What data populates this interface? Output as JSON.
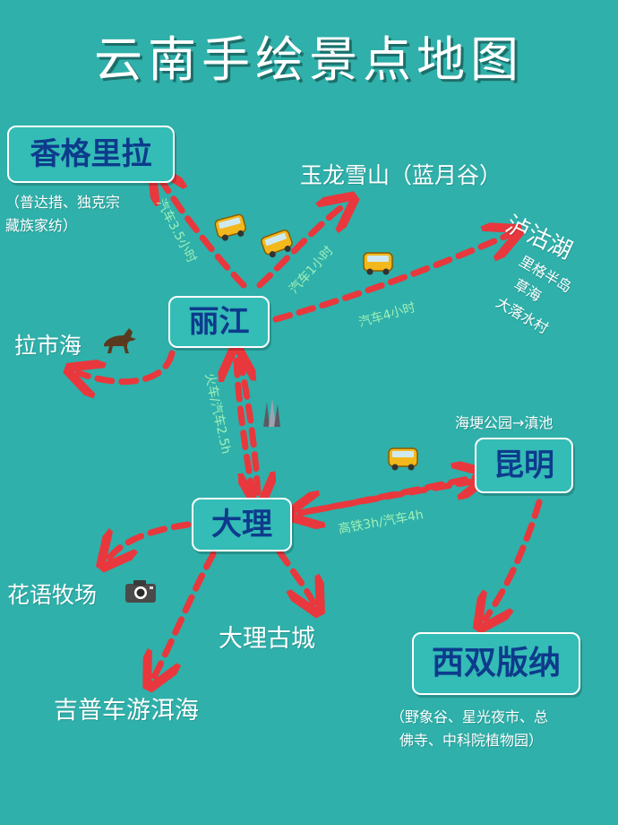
{
  "title": "云南手绘景点地图",
  "cities": {
    "shangrila": "香格里拉",
    "lijiang": "丽江",
    "dali": "大理",
    "kunming": "昆明",
    "xishuangbanna": "西双版纳"
  },
  "spots": {
    "yulong": "玉龙雪山（蓝月谷）",
    "lugu_lake": "泸沽湖",
    "lugu_sub1": "里格半岛",
    "lugu_sub2": "草海",
    "lugu_sub3": "大落水村",
    "lashi": "拉市海",
    "shangrila_note_1": "（普达措、独克宗",
    "shangrila_note_2": "藏族家纺）",
    "kunming_note": "海埂公园→滇池",
    "huayu": "花语牧场",
    "dali_old_town": "大理古城",
    "jipu": "吉普车游洱海",
    "banna_note_1": "（野象谷、星光夜市、总",
    "banna_note_2": "佛寺、中科院植物园）"
  },
  "routes": {
    "lijiang_shangrila": "汽车3.5小时",
    "lijiang_yulong": "汽车1小时",
    "lijiang_lugu": "汽车4小时",
    "lijiang_dali": "火车/汽车2.5h",
    "dali_kunming": "高铁3h/汽车4h"
  },
  "colors": {
    "background": "#2fb0aa",
    "city_box": "#33b9b3",
    "city_text": "#0d3b8c",
    "route_dash": "#e8383d",
    "route_text": "#9ff0b8"
  },
  "icons": [
    "bus-icon",
    "horse-icon",
    "camera-icon",
    "pagoda-icon"
  ]
}
